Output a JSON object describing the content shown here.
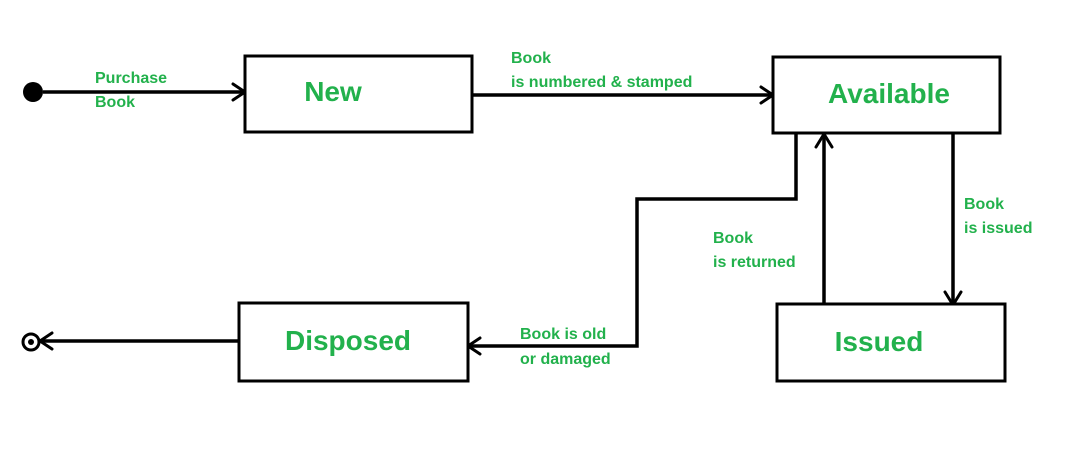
{
  "colors": {
    "label_green": "#22b14c",
    "line": "#000000",
    "background": "#ffffff"
  },
  "states": {
    "new": "New",
    "available": "Available",
    "issued": "Issued",
    "disposed": "Disposed"
  },
  "pseudo_states": {
    "initial": "initial-state-icon",
    "final": "final-state-icon"
  },
  "transitions": {
    "purchase": [
      "Purchase",
      "Book"
    ],
    "numbered": [
      "Book",
      "is numbered & stamped"
    ],
    "issued": [
      "Book",
      "is issued"
    ],
    "returned": [
      "Book",
      "is returned"
    ],
    "old_damaged": [
      "Book is old",
      "or damaged"
    ]
  }
}
